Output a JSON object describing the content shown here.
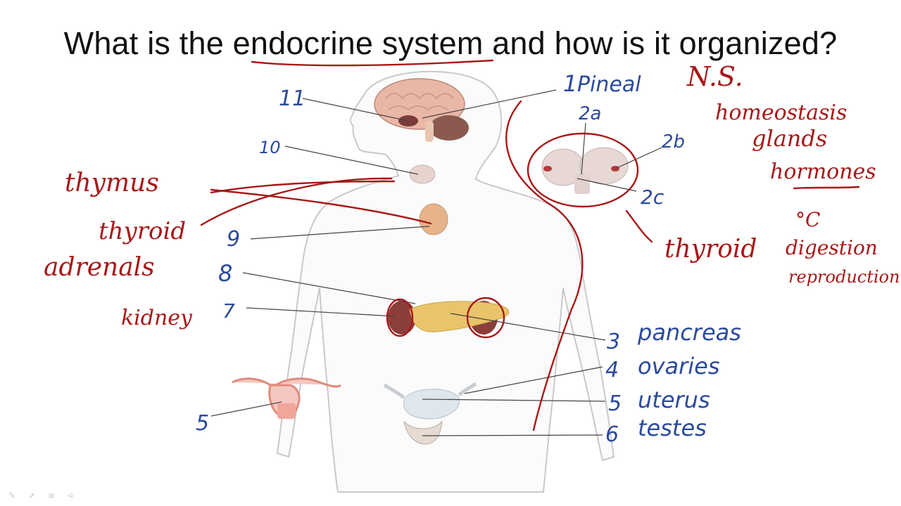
{
  "slide": {
    "title": "What is the endocrine system and how is it organized?"
  },
  "colors": {
    "ink_red": "#a81818",
    "ink_blue": "#2b4a9c",
    "leader_line": "#444444",
    "body_outline": "#c9c9c9"
  },
  "labels": {
    "n1": "1",
    "pineal": "Pineal",
    "n2a": "2a",
    "n2b": "2b",
    "n2c": "2c",
    "n3": "3",
    "n4": "4",
    "n5": "5",
    "n6": "6",
    "n7": "7",
    "n8": "8",
    "n9": "9",
    "n10": "10",
    "n11": "11",
    "n5_uterus_inset": "5"
  },
  "annotations": {
    "ns": "N.S.",
    "homeostasis": "homeostasis",
    "glands": "glands",
    "hormones": "hormones",
    "degree_c": "°C",
    "digestion": "digestion",
    "reproduction": "reproduction",
    "thymus": "thymus",
    "thyroid_left": "thyroid",
    "adrenals": "adrenals",
    "kidney": "kidney",
    "thyroid_right": "thyroid",
    "pancreas": "pancreas",
    "ovaries": "ovaries",
    "uterus": "uterus",
    "testes": "testes"
  },
  "toolbar": {
    "pen_icon": "✎",
    "pointer_icon": "➚",
    "menu_icon": "≡",
    "next_icon": "➪"
  }
}
